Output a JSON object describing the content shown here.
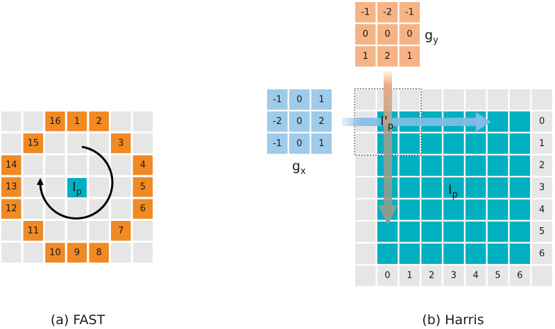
{
  "fast": {
    "caption": "(a) FAST",
    "ring_labels": [
      "16",
      "1",
      "2",
      "15",
      "3",
      "14",
      "4",
      "13",
      "5",
      "12",
      "6",
      "11",
      "7",
      "10",
      "9",
      "8"
    ],
    "center_symbol": "I",
    "center_sub": "p"
  },
  "harris": {
    "caption": "(b) Harris",
    "gy_values": [
      "-1",
      "-2",
      "-1",
      "0",
      "0",
      "0",
      "1",
      "2",
      "1"
    ],
    "gx_values": [
      "-1",
      "0",
      "1",
      "-2",
      "0",
      "2",
      "-1",
      "0",
      "1"
    ],
    "gy_symbol": "g",
    "gy_sub": "y",
    "gx_symbol": "g",
    "gx_sub": "x",
    "kernel_pos_symbol": "I'",
    "kernel_pos_sub": "p",
    "region_symbol": "I",
    "region_sub": "p",
    "row_labels": [
      "0",
      "1",
      "2",
      "3",
      "4",
      "5",
      "6"
    ],
    "col_labels": [
      "0",
      "1",
      "2",
      "3",
      "4",
      "5",
      "6"
    ]
  },
  "colors": {
    "grey": "#e6e6e6",
    "orange": "#f08a24",
    "teal": "#00b0c1",
    "light_orange": "#f6b486",
    "light_blue": "#9ecbe9"
  }
}
